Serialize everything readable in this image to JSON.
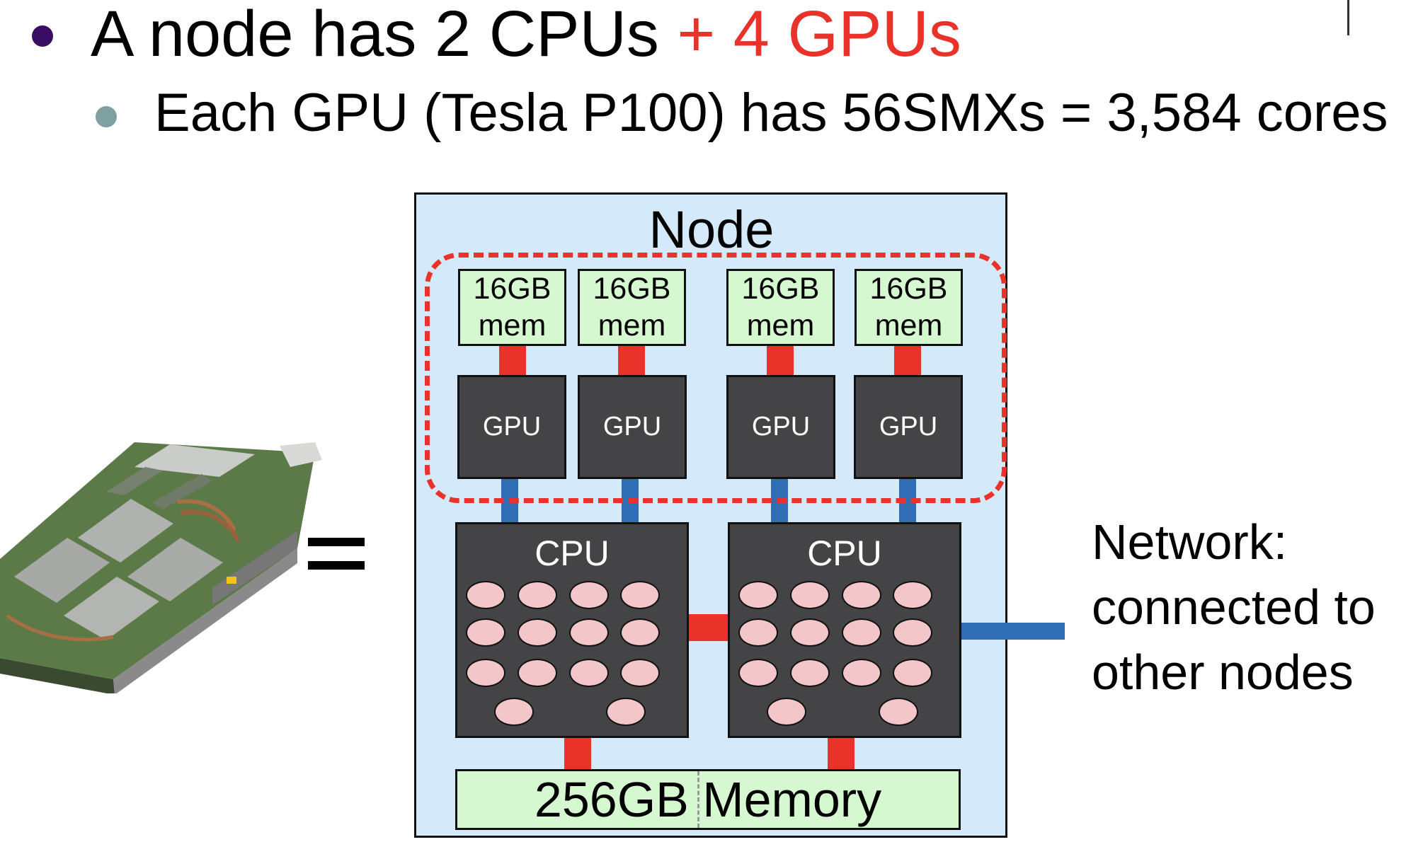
{
  "bullets": {
    "level1": {
      "text": "A node has 2 CPUs ",
      "highlight": "+ 4 GPUs",
      "highlight_color": "#e8322a"
    },
    "level2": {
      "text": "Each GPU (Tesla P100) has 56SMXs = 3,584 cores"
    }
  },
  "diagram": {
    "node_label": "Node",
    "gpu_memories": [
      {
        "size": "16GB",
        "type": "mem"
      },
      {
        "size": "16GB",
        "type": "mem"
      },
      {
        "size": "16GB",
        "type": "mem"
      },
      {
        "size": "16GB",
        "type": "mem"
      }
    ],
    "gpus": [
      "GPU",
      "GPU",
      "GPU",
      "GPU"
    ],
    "cpus": [
      {
        "label": "CPU",
        "cores": 14
      },
      {
        "label": "CPU",
        "cores": 14
      }
    ],
    "system_memory": "256GB Memory",
    "network_label": [
      "Network:",
      "connected to",
      "other nodes"
    ]
  },
  "colors": {
    "red_link": "#e8322a",
    "blue_link": "#2f6db5",
    "node_bg": "#d4e9f9",
    "memory_bg": "#d6f8d1",
    "chip_bg": "#444446",
    "core_fill": "#f3c6ca"
  }
}
